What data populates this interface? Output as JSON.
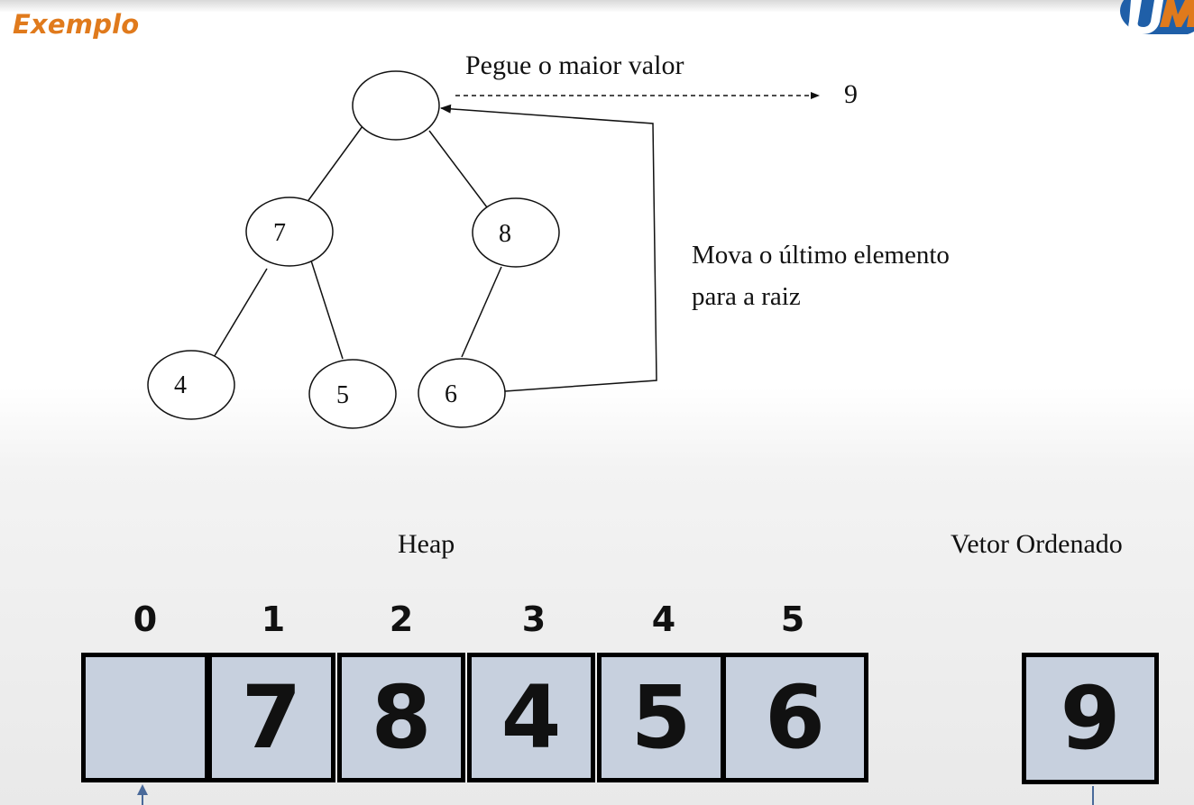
{
  "slide": {
    "title": "Exemplo"
  },
  "tree": {
    "root_value": "",
    "nodes": [
      {
        "id": "left",
        "value": "7"
      },
      {
        "id": "right",
        "value": "8"
      },
      {
        "id": "left-left",
        "value": "4"
      },
      {
        "id": "left-right",
        "value": "5"
      },
      {
        "id": "right-left",
        "value": "6"
      }
    ],
    "extract_label": "Pegue o maior valor",
    "extracted_value": "9",
    "move_note_line1": "Mova o último elemento",
    "move_note_line2": "para a raiz"
  },
  "heap": {
    "label": "Heap",
    "indices": [
      "0",
      "1",
      "2",
      "3",
      "4",
      "5"
    ],
    "cells": [
      "",
      "7",
      "8",
      "4",
      "5",
      "6"
    ]
  },
  "sorted": {
    "label": "Vetor Ordenado",
    "cells": [
      "9"
    ]
  },
  "colors": {
    "title": "#e07a1c",
    "cell_fill": "#c7d0de",
    "pointer_arrow": "#4a6a9a"
  }
}
